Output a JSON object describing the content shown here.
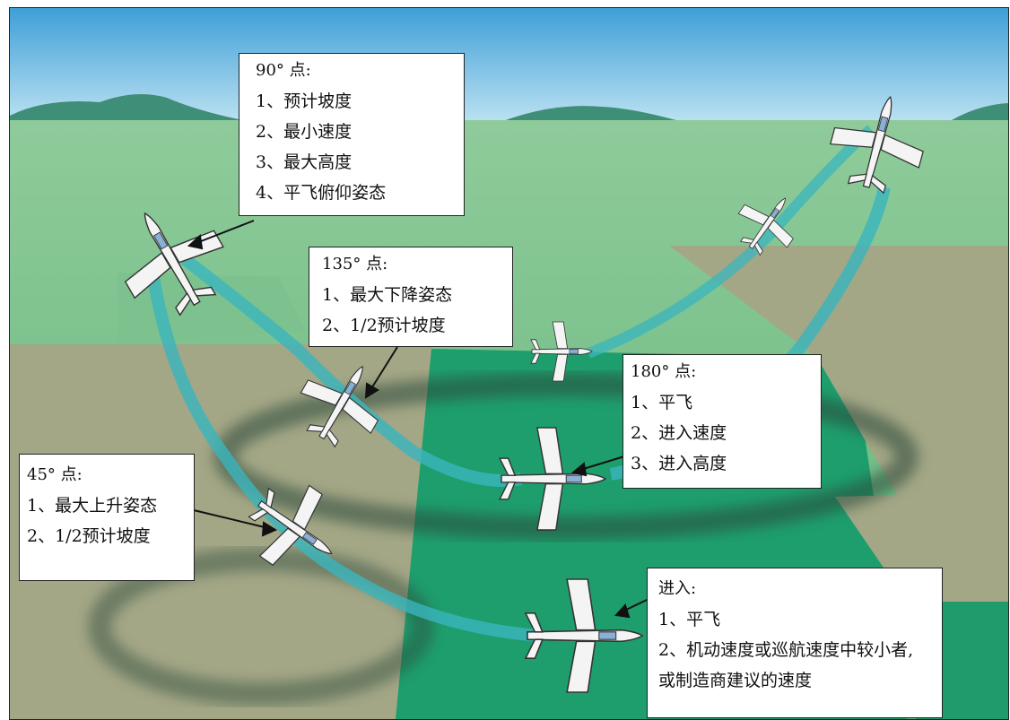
{
  "colors": {
    "sky_top": "#4aa7db",
    "sky_bottom": "#bfe3f2",
    "grass_light": "#7fc793",
    "grass_mid": "#5fb57a",
    "grass_dark": "#1d9d6e",
    "field_tan": "#a6a988",
    "mountain": "#4f9a83",
    "flight_path": "#3fb8c0"
  },
  "callouts": [
    {
      "id": "90",
      "title": "90° 点:",
      "items": [
        "1、预计坡度",
        "2、最小速度",
        "3、最大高度",
        "4、平飞俯仰姿态"
      ]
    },
    {
      "id": "135",
      "title": "135° 点:",
      "items": [
        "1、最大下降姿态",
        "2、1/2预计坡度"
      ]
    },
    {
      "id": "180",
      "title": "180° 点:",
      "items": [
        "1、平飞",
        "2、进入速度",
        "3、进入高度"
      ]
    },
    {
      "id": "45",
      "title": "45° 点:",
      "items": [
        "1、最大上升姿态",
        "2、1/2预计坡度"
      ]
    },
    {
      "id": "entry",
      "title": "进入:",
      "items": [
        "1、平飞",
        "2、机动速度或巡航速度中较小者,",
        "或制造商建议的速度"
      ]
    }
  ],
  "icons": [
    "airplane-icon",
    "arrow-icon",
    "mountain-icon",
    "shadow-icon"
  ]
}
